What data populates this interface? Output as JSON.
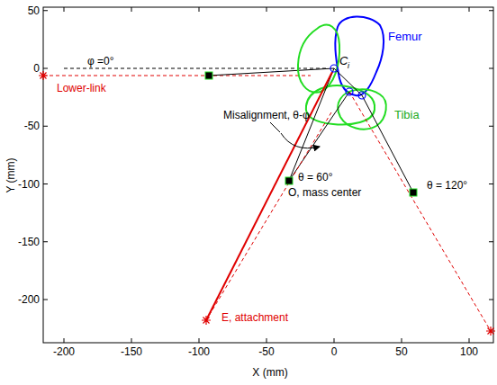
{
  "diagram": {
    "labels": [
      "50",
      "0",
      "-50",
      "-100",
      "-150",
      "-200",
      "-200",
      "-150",
      "-100",
      "-50",
      "0",
      "50",
      "100",
      "Y (mm)",
      "X (mm)",
      "φ =0°",
      "C",
      "i",
      "Femur",
      "Tibia",
      "Lower-link",
      "Misalignment, θ-φ",
      "θ = 60°",
      "θ = 120°",
      "O, mass center",
      "E, attachment"
    ]
  }
}
